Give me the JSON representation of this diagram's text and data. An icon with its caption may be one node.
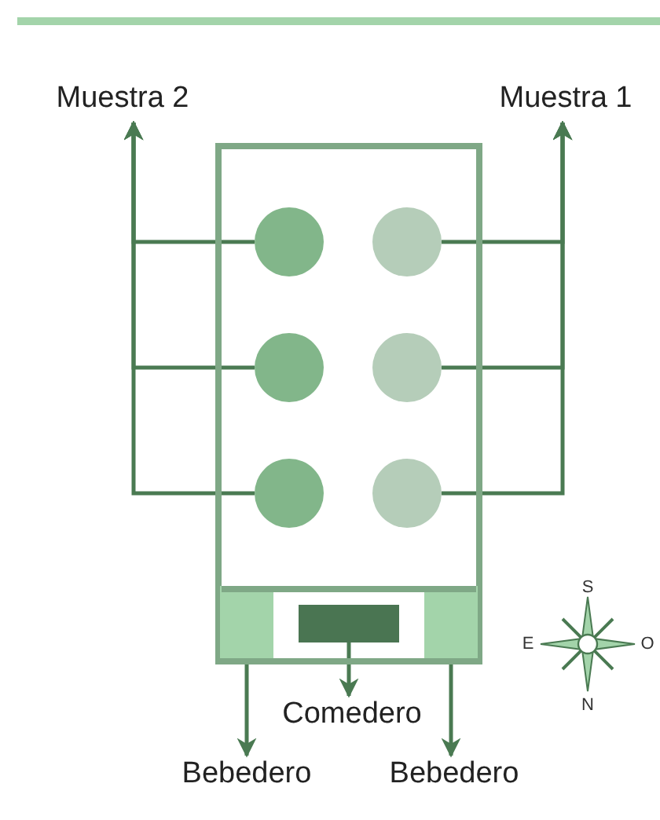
{
  "diagram": {
    "nodes": [
      {
        "text": [
          "Muestra 2"
        ]
      },
      {
        "text": [
          "Muestra 1"
        ]
      },
      {
        "text": [],
        "shape": "box"
      },
      {
        "text": [],
        "shape": "circle",
        "in": 2
      },
      {
        "text": [],
        "shape": "circle",
        "in": 2
      },
      {
        "text": [],
        "shape": "circle",
        "in": 2
      },
      {
        "text": [],
        "shape": "circle",
        "in": 2
      },
      {
        "text": [],
        "shape": "circle",
        "in": 2
      },
      {
        "text": [],
        "shape": "circle",
        "in": 2
      },
      {
        "text": [],
        "shape": "bar",
        "in": 2
      },
      {
        "text": [],
        "shape": "bar",
        "in": 2
      },
      {
        "text": [],
        "shape": "bar",
        "in": 2
      },
      {
        "text": [
          "Comedero"
        ]
      },
      {
        "text": [
          "Bebedero"
        ]
      },
      {
        "text": [
          "Bebedero"
        ]
      }
    ],
    "edges": [
      {
        "from": 3,
        "to": 0,
        "arrow": "to"
      },
      {
        "from": 5,
        "to": 0,
        "arrow": "to"
      },
      {
        "from": 7,
        "to": 0,
        "arrow": "to"
      },
      {
        "from": 4,
        "to": 1,
        "arrow": "to"
      },
      {
        "from": 6,
        "to": 1,
        "arrow": "to"
      },
      {
        "from": 8,
        "to": 1,
        "arrow": "to"
      },
      {
        "from": 9,
        "to": 13,
        "arrow": "to"
      },
      {
        "from": 10,
        "to": 12,
        "arrow": "to"
      },
      {
        "from": 11,
        "to": 14,
        "arrow": "to"
      }
    ],
    "labels": [
      "S",
      "E",
      "O",
      "N"
    ]
  }
}
